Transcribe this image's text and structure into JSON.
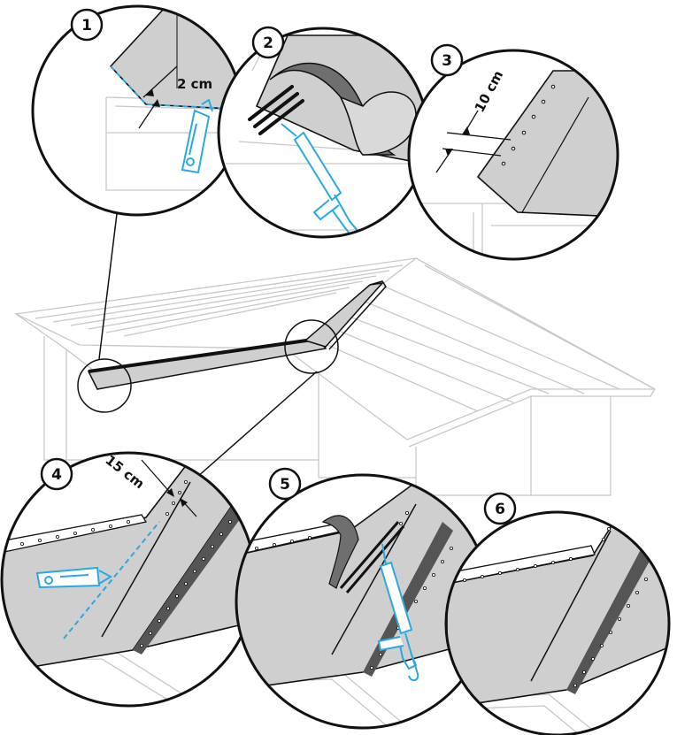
{
  "steps": [
    {
      "number": "1",
      "measurement": "2 cm"
    },
    {
      "number": "2",
      "measurement": ""
    },
    {
      "number": "3",
      "measurement": "10 cm"
    },
    {
      "number": "4",
      "measurement": "15 cm"
    },
    {
      "number": "5",
      "measurement": ""
    },
    {
      "number": "6",
      "measurement": ""
    }
  ],
  "colors": {
    "tool_accent": "#29a9e1",
    "membrane": "#cfcfcf",
    "membrane_dark": "#6f6f6f",
    "outline": "#111111",
    "house_line": "#c8c8c8"
  }
}
